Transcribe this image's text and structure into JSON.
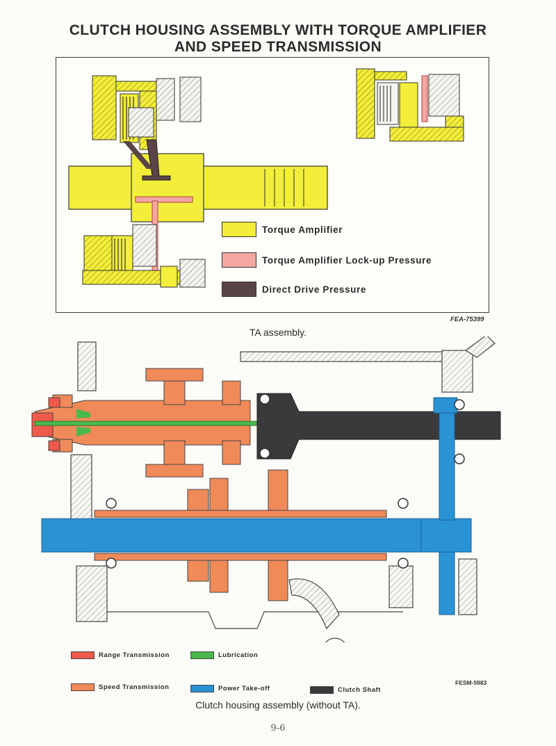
{
  "page": {
    "title_line1": "CLUTCH HOUSING ASSEMBLY WITH TORQUE AMPLIFIER",
    "title_line2": "AND SPEED TRANSMISSION",
    "page_number": "9-6"
  },
  "ta_figure": {
    "legend": [
      {
        "label": "Torque Amplifier",
        "color": "#f2ee3a"
      },
      {
        "label": "Torque Amplifier Lock-up Pressure",
        "color": "#f4a6a0"
      },
      {
        "label": "Direct Drive Pressure",
        "color": "#5a4446"
      }
    ],
    "figure_code": "FEA-75399",
    "caption": "TA assembly."
  },
  "clutch_figure": {
    "legend": [
      {
        "label": "Range Transmission",
        "color": "#ee5a4a"
      },
      {
        "label": "Lubrication",
        "color": "#4ab84c"
      },
      {
        "label": "Speed Transmission",
        "color": "#f08a58"
      },
      {
        "label": "Power Take-off",
        "color": "#2a93d6"
      },
      {
        "label": "Clutch Shaft",
        "color": "#3a3a3c"
      }
    ],
    "figure_code": "FESM-5983",
    "caption": "Clutch housing assembly (without TA)."
  },
  "colors": {
    "housing_hatch": "#c8c8c8",
    "ink": "#2a2a2a"
  }
}
